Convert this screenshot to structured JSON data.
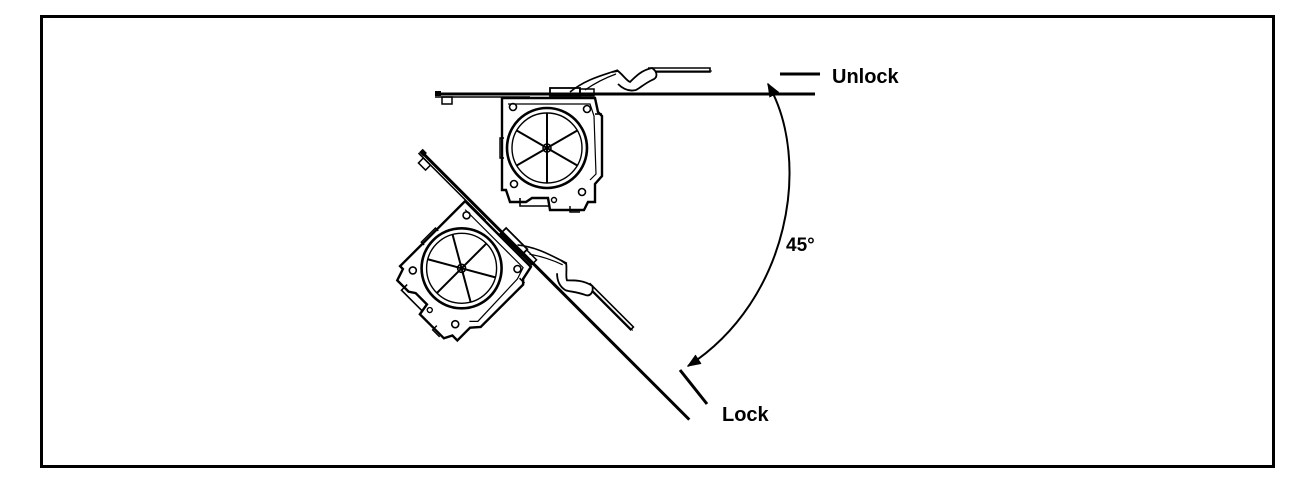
{
  "figure": {
    "labels": {
      "unlock": "Unlock",
      "lock": "Lock",
      "angle": "45°"
    },
    "ink_color": "#000000",
    "background_color": "#ffffff"
  }
}
